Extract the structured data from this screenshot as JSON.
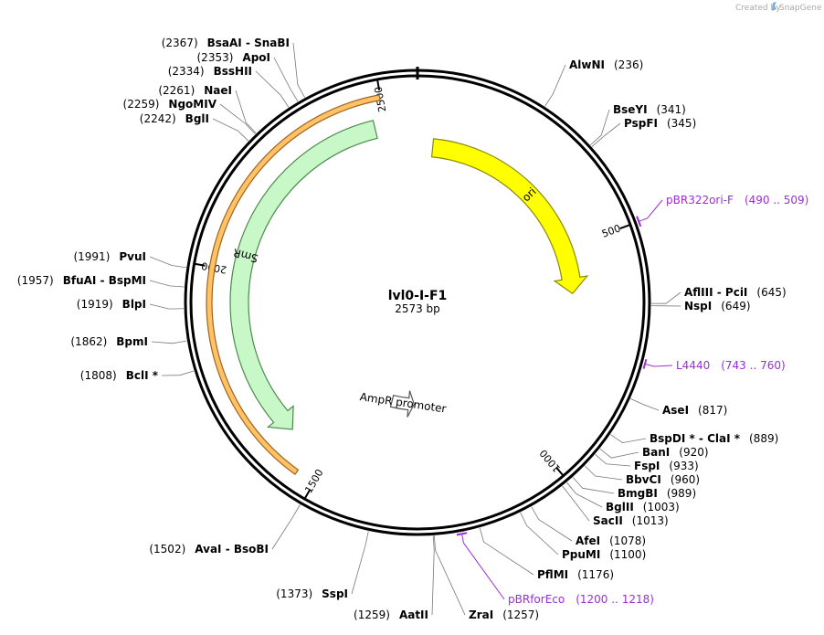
{
  "watermark": {
    "prefix": "Created by",
    "brand": "SnapGene"
  },
  "plasmid": {
    "name": "lvl0-I-F1",
    "size_label": "2573 bp",
    "length": 2573
  },
  "ticks": [
    {
      "label": "500",
      "pos": 500
    },
    {
      "label": "1000",
      "pos": 1000
    },
    {
      "label": "1500",
      "pos": 1500
    },
    {
      "label": "2000",
      "pos": 2000
    },
    {
      "label": "2500",
      "pos": 2500
    }
  ],
  "features": [
    {
      "name": "ori",
      "start": 40,
      "end": 620,
      "color": "#ffff00",
      "stroke": "#8a8a00",
      "kind": "arrow",
      "direction": "cw",
      "rin": 160,
      "rout": 180
    },
    {
      "name": "SmR",
      "start": 1605,
      "end": 2475,
      "color": "#c8f7c8",
      "stroke": "#4c8a4c",
      "kind": "arrow",
      "direction": "ccw",
      "rin": 185,
      "rout": 205
    },
    {
      "name": "AmpR promoter",
      "start": 1300,
      "end": 1390,
      "color": "#ffffff",
      "stroke": "#555555",
      "kind": "arrow",
      "direction": "ccw",
      "rin": 105,
      "rout": 118
    },
    {
      "name": "",
      "start": 1540,
      "end": 2498,
      "color": "#ffc266",
      "stroke": "#a0641e",
      "kind": "arc",
      "rin": 225,
      "rout": 231
    }
  ],
  "sites": [
    {
      "name": "AlwNI",
      "pos_label": "(236)",
      "pos": 236,
      "side": "right"
    },
    {
      "name": "BseYI",
      "pos_label": "(341)",
      "pos": 341,
      "side": "right"
    },
    {
      "name": "PspFI",
      "pos_label": "(345)",
      "pos": 345,
      "side": "right"
    },
    {
      "name": "AflIII  - PciI",
      "pos_label": "(645)",
      "pos": 645,
      "side": "right"
    },
    {
      "name": "NspI",
      "pos_label": "(649)",
      "pos": 649,
      "side": "right"
    },
    {
      "name": "AseI",
      "pos_label": "(817)",
      "pos": 817,
      "side": "right"
    },
    {
      "name": "BspDI *  - ClaI *",
      "pos_label": "(889)",
      "pos": 889,
      "side": "right"
    },
    {
      "name": "BanI",
      "pos_label": "(920)",
      "pos": 920,
      "side": "right"
    },
    {
      "name": "FspI",
      "pos_label": "(933)",
      "pos": 933,
      "side": "right"
    },
    {
      "name": "BbvCI",
      "pos_label": "(960)",
      "pos": 960,
      "side": "right"
    },
    {
      "name": "BmgBI",
      "pos_label": "(989)",
      "pos": 989,
      "side": "right"
    },
    {
      "name": "BglII",
      "pos_label": "(1003)",
      "pos": 1003,
      "side": "right"
    },
    {
      "name": "SacII",
      "pos_label": "(1013)",
      "pos": 1013,
      "side": "right"
    },
    {
      "name": "AfeI",
      "pos_label": "(1078)",
      "pos": 1078,
      "side": "right"
    },
    {
      "name": "PpuMI",
      "pos_label": "(1100)",
      "pos": 1100,
      "side": "right"
    },
    {
      "name": "PflMI",
      "pos_label": "(1176)",
      "pos": 1176,
      "side": "right"
    },
    {
      "name": "ZraI",
      "pos_label": "(1257)",
      "pos": 1257,
      "side": "right"
    },
    {
      "name": "AatII",
      "pos_label": "(1259)",
      "pos": 1259,
      "side": "left"
    },
    {
      "name": "SspI",
      "pos_label": "(1373)",
      "pos": 1373,
      "side": "left"
    },
    {
      "name": "AvaI  - BsoBI",
      "pos_label": "(1502)",
      "pos": 1502,
      "side": "left"
    },
    {
      "name": "BclI *",
      "pos_label": "(1808)",
      "pos": 1808,
      "side": "left"
    },
    {
      "name": "BpmI",
      "pos_label": "(1862)",
      "pos": 1862,
      "side": "left"
    },
    {
      "name": "BlpI",
      "pos_label": "(1919)",
      "pos": 1919,
      "side": "left"
    },
    {
      "name": "BfuAI  - BspMI",
      "pos_label": "(1957)",
      "pos": 1957,
      "side": "left"
    },
    {
      "name": "PvuI",
      "pos_label": "(1991)",
      "pos": 1991,
      "side": "left"
    },
    {
      "name": "BglI",
      "pos_label": "(2242)",
      "pos": 2242,
      "side": "left"
    },
    {
      "name": "NgoMIV",
      "pos_label": "(2259)",
      "pos": 2259,
      "side": "left"
    },
    {
      "name": "NaeI",
      "pos_label": "(2261)",
      "pos": 2261,
      "side": "left"
    },
    {
      "name": "BssHII",
      "pos_label": "(2334)",
      "pos": 2334,
      "side": "left"
    },
    {
      "name": "ApoI",
      "pos_label": "(2353)",
      "pos": 2353,
      "side": "left"
    },
    {
      "name": "BsaAI  - SnaBI",
      "pos_label": "(2367)",
      "pos": 2367,
      "side": "left"
    }
  ],
  "primers": [
    {
      "name": "pBR322ori-F",
      "range_label": "(490 .. 509)",
      "start": 490,
      "end": 509,
      "side": "right",
      "color": "#9b2fd6"
    },
    {
      "name": "L4440",
      "range_label": "(743 .. 760)",
      "start": 743,
      "end": 760,
      "side": "right",
      "color": "#9b2fd6"
    },
    {
      "name": "pBRforEco",
      "range_label": "(1200 .. 1218)",
      "start": 1200,
      "end": 1218,
      "side": "right",
      "color": "#9b2fd6"
    }
  ]
}
